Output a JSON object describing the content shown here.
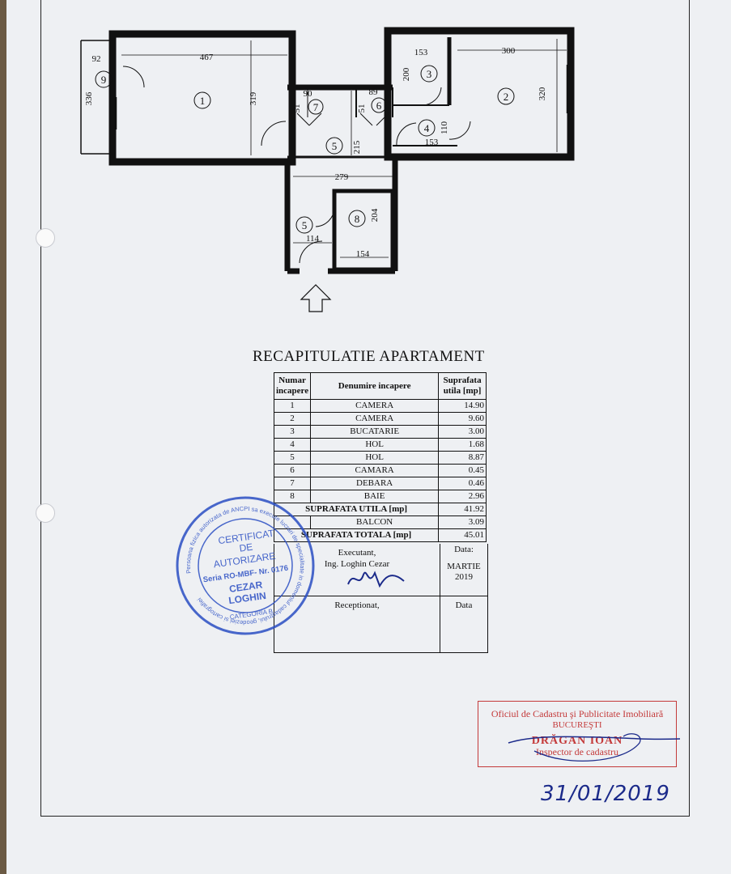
{
  "plan": {
    "dims": {
      "d92": "92",
      "d467": "467",
      "d336": "336",
      "d319": "319",
      "d90": "90",
      "d51a": "51",
      "d89": "89",
      "d51b": "51",
      "d153a": "153",
      "d200": "200",
      "d300": "300",
      "d320": "320",
      "d110": "110",
      "d153b": "153",
      "d215": "215",
      "d279": "279",
      "d204": "204",
      "d114": "114",
      "d154": "154"
    },
    "rooms": {
      "r1": "1",
      "r2": "2",
      "r3": "3",
      "r4": "4",
      "r5a": "5",
      "r5b": "5",
      "r6": "6",
      "r7": "7",
      "r8": "8",
      "r9": "9"
    }
  },
  "recap": {
    "title": "RECAPITULATIE  APARTAMENT",
    "headers": [
      "Numar incapere",
      "Denumire incapere",
      "Suprafata utila [mp]"
    ],
    "rows": [
      {
        "nr": "1",
        "name": "CAMERA",
        "area": "14.90"
      },
      {
        "nr": "2",
        "name": "CAMERA",
        "area": "9.60"
      },
      {
        "nr": "3",
        "name": "BUCATARIE",
        "area": "3.00"
      },
      {
        "nr": "4",
        "name": "HOL",
        "area": "1.68"
      },
      {
        "nr": "5",
        "name": "HOL",
        "area": "8.87"
      },
      {
        "nr": "6",
        "name": "CAMARA",
        "area": "0.45"
      },
      {
        "nr": "7",
        "name": "DEBARA",
        "area": "0.46"
      },
      {
        "nr": "8",
        "name": "BAIE",
        "area": "2.96"
      }
    ],
    "utila_label": "SUPRAFATA UTILA [mp]",
    "utila_value": "41.92",
    "balcon_label": "BALCON",
    "balcon_value": "3.09",
    "totala_label": "SUPRAFATA TOTALA [mp]",
    "totala_value": "45.01"
  },
  "signatures": {
    "executant_label": "Executant,",
    "executant_name": "Ing. Loghin Cezar",
    "data_label1": "Data:",
    "data_value1": "MARTIE",
    "data_value2": "2019",
    "receptionat_label": "Receptionat,",
    "data_label2": "Data"
  },
  "stamp_blue": {
    "outer_text": "Persoana fizica autorizata de ANCPI sa execute lucrari de specialitate in domeniul cadastrului, geodeziei si cartografiei",
    "line1": "CERTIFICAT",
    "line2": "DE",
    "line3": "AUTORIZARE",
    "line4": "Seria RO-MBF- Nr. 0176",
    "line5": "CEZAR",
    "line6": "LOGHIN",
    "line7": "CATEGORIA B",
    "color": "#2b4fc4"
  },
  "stamp_red": {
    "line1": "Oficiul de Cadastru şi Publicitate Imobiliară",
    "line2": "BUCUREŞTI",
    "line3": "DRĂGAN IOAN",
    "line4": "Inspector de cadastru",
    "color": "#c43a3a"
  },
  "handwritten_date": "31/01/2019"
}
